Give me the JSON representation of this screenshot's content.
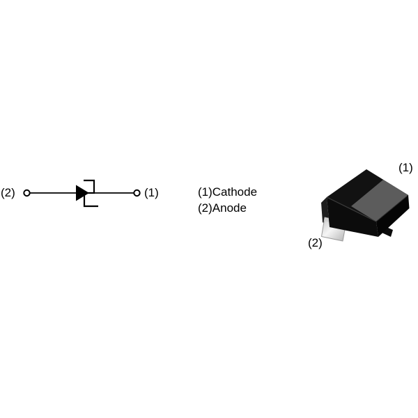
{
  "figure": {
    "description": "Zener diode internal connection diagram with surface-mount package drawing",
    "background_color": "#ffffff"
  },
  "schematic": {
    "component": "zener-diode-symbol",
    "left_terminal_label": "(2)",
    "right_terminal_label": "(1)",
    "stroke_color": "#000000"
  },
  "legend": {
    "cathode_line": "(1)Cathode",
    "anode_line": "(2)Anode"
  },
  "package": {
    "pin1_label": "(1)",
    "pin2_label": "(2)",
    "body_color": "#121212",
    "front_face_color": "#0c0c0c",
    "right_face_color": "#050505",
    "left_face_color": "#1e1e1e",
    "band_color": "#5c5c5c",
    "lead_edge_color": "#9a9a9a"
  }
}
